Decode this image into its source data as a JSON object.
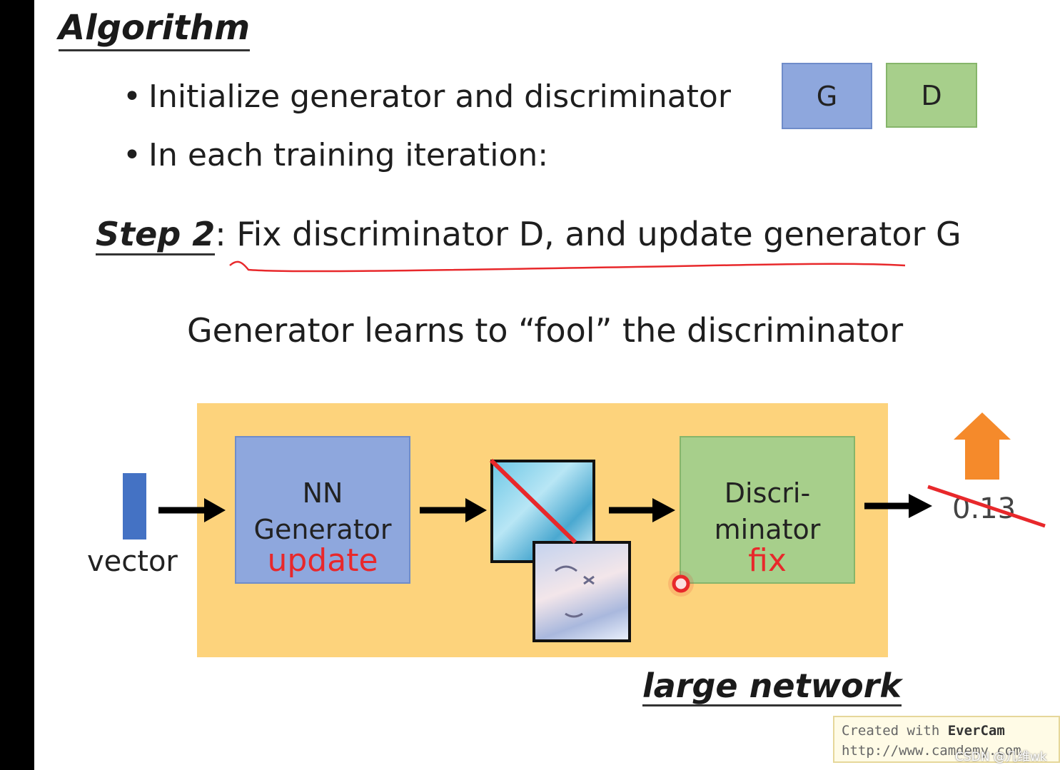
{
  "heading": "Algorithm",
  "bullets": [
    "Initialize generator and discriminator",
    "In each training iteration:"
  ],
  "model_boxes": {
    "generator": "G",
    "discriminator": "D"
  },
  "step": {
    "label": "Step 2",
    "text": ": Fix discriminator D, and update generator G"
  },
  "caption": "Generator learns to “fool” the discriminator",
  "diagram": {
    "input_label": "vector",
    "generator_lines": [
      "NN",
      "Generator"
    ],
    "generator_annotation": "update",
    "discriminator_lines": [
      "Discri-",
      "minator"
    ],
    "discriminator_annotation": "fix",
    "output_value": "0.13",
    "network_label": "large network"
  },
  "watermark": {
    "prefix": "Created with ",
    "brand": "EverCam",
    "url": "http://www.camdemy.com"
  },
  "credit": "CSDN @几维wk",
  "colors": {
    "generator_blue": "#8ea7dd",
    "discriminator_green": "#a7cf8b",
    "network_orange": "#fdd37c",
    "annotation_red": "#e8282b",
    "up_arrow_orange": "#f58a2b"
  },
  "icons": [
    "right-arrow-icon",
    "up-arrow-icon",
    "cursor-dot-icon"
  ]
}
